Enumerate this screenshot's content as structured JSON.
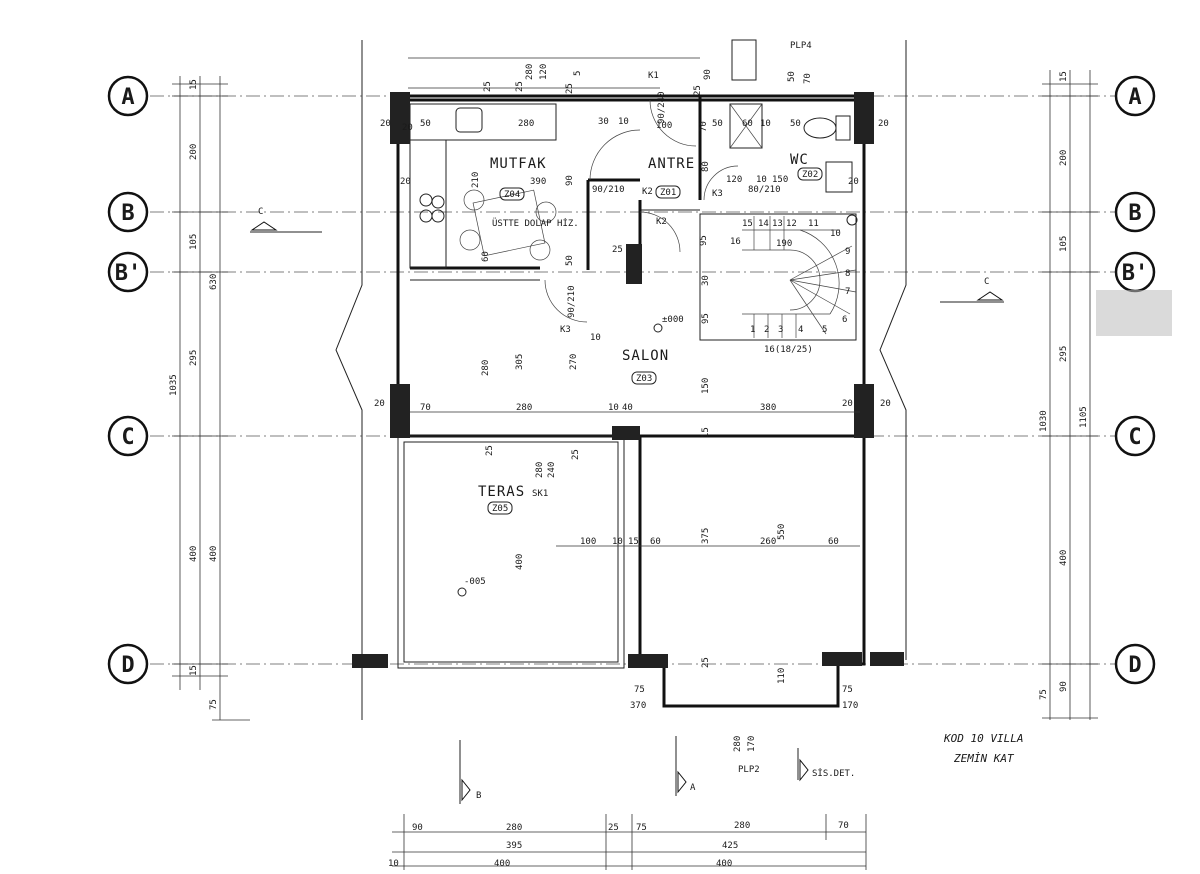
{
  "axes": {
    "A": "A",
    "B": "B",
    "B_prime": "B'",
    "C": "C",
    "D": "D"
  },
  "rooms": {
    "mutfak": {
      "name": "MUTFAK",
      "code": "Z04"
    },
    "antre": {
      "name": "ANTRE",
      "code": "Z01"
    },
    "wc": {
      "name": "WC",
      "code": "Z02"
    },
    "salon": {
      "name": "SALON",
      "code": "Z03"
    },
    "teras": {
      "name": "TERAS",
      "code": "Z05"
    }
  },
  "labels": {
    "door_k1": "K1",
    "door_k2_top": "K2",
    "door_k2": "K2",
    "door_k3": "K3",
    "door_k3_low": "K3",
    "plp4": "PLP4",
    "plp2": "PLP2",
    "sk1": "SK1",
    "ustte_dolap": "ÜSTTE DOLAP HİZ.",
    "level_salon": "±000",
    "level_teras": "-005",
    "stair_note": "16(18/25)",
    "section_c_left": "C",
    "section_c_right": "C",
    "section_b": "B",
    "section_a": "A",
    "sis_det": "SİS.DET.",
    "door_90_240": "90/240",
    "door_90_210": "90/210",
    "door_80_210_wc": "80/210",
    "door_90_210_low": "90/210"
  },
  "handwritten": {
    "line1": "KOD 10 VILLA",
    "line2": "ZEMİN KAT"
  },
  "stair_numbers": [
    "1",
    "2",
    "3",
    "4",
    "5",
    "6",
    "7",
    "8",
    "9",
    "10",
    "11",
    "12",
    "13",
    "14",
    "15",
    "16"
  ],
  "dims_left": {
    "d15": "15",
    "d200": "200",
    "d105": "105",
    "d630": "630",
    "d295": "295",
    "d1035": "1035",
    "d400a": "400",
    "d400b": "400",
    "d15b": "15",
    "d75": "75"
  },
  "dims_right": {
    "d15": "15",
    "d200": "200",
    "d105": "105",
    "d295": "295",
    "d1030": "1030",
    "d1105": "1105",
    "d400": "400",
    "d90": "90",
    "d75": "75"
  },
  "dims_top": {
    "d280": "280",
    "d120": "120",
    "d25a": "25",
    "d5": "5",
    "d25b": "25",
    "d25c": "25",
    "d90": "90",
    "d25d": "25",
    "d50": "50",
    "d70": "70"
  },
  "dims_interior": {
    "i20a": "20",
    "i50": "50",
    "i280": "280",
    "i30": "30",
    "i10": "10",
    "i100": "100",
    "i70": "70",
    "i50b": "50",
    "i60": "60",
    "i10b": "10",
    "i50c": "50",
    "i20b": "20",
    "i210": "210",
    "i390": "390",
    "i90": "90",
    "i25": "25",
    "i80": "80",
    "i120": "120",
    "i10c": "10",
    "i150": "150",
    "i20c": "20",
    "i60b": "60",
    "i50d": "50",
    "i15": "15",
    "i14": "14",
    "i13": "13",
    "i12": "12",
    "i11": "11",
    "i10d": "10",
    "i95": "95",
    "i190": "190",
    "i30b": "30",
    "i280b": "280",
    "i305": "305",
    "i270": "270",
    "i95b": "95",
    "i150b": "150",
    "i20d": "20",
    "i70b": "70",
    "i280c": "280",
    "i10e": "10",
    "i40": "40",
    "i380": "380",
    "i20e": "20",
    "i20f": "20",
    "i25b": "25",
    "i280d": "280",
    "i240": "240",
    "i25c": "25",
    "i15b": "15",
    "i375": "375",
    "i550": "550",
    "i100b": "100",
    "i10f": "10",
    "i15c": "15",
    "i60c": "60",
    "i260": "260",
    "i60d": "60",
    "i400": "400",
    "i25d": "25",
    "i110": "110",
    "i75a": "75",
    "i370": "370",
    "i75b": "75",
    "i170": "170",
    "i280e": "280",
    "i170b": "170",
    "i20g": "20",
    "i20h": "20",
    "i10g": "10"
  },
  "dims_bottom": {
    "b90": "90",
    "b280": "280",
    "b25": "25",
    "b75": "75",
    "b280b": "280",
    "b70": "70",
    "b395": "395",
    "b425": "425",
    "b10": "10",
    "b400": "400",
    "b400b": "400"
  }
}
